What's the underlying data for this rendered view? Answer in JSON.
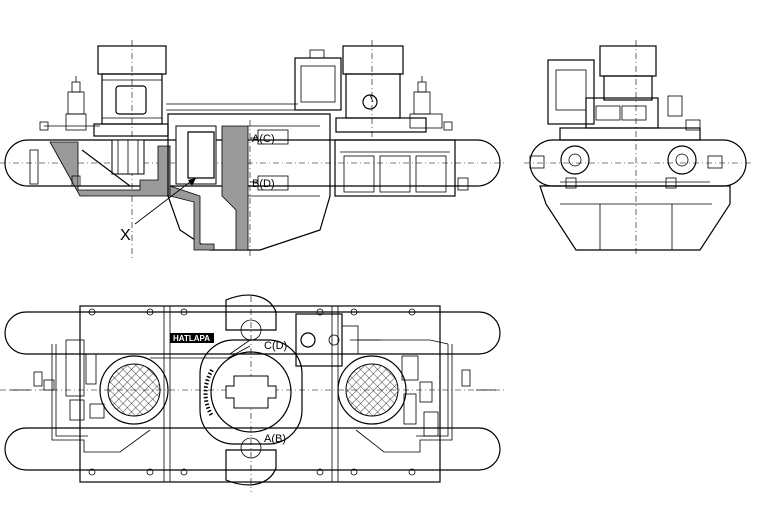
{
  "labels": {
    "port_a_c": "A(C)",
    "port_b_d": "B(D)",
    "section_x": "X",
    "port_c_d": "C(D)",
    "port_a_b": "A(B)",
    "brand": "HATLAPA"
  },
  "colors": {
    "ink": "#000000",
    "paper": "#ffffff",
    "hatch": "#9a9a9a"
  }
}
